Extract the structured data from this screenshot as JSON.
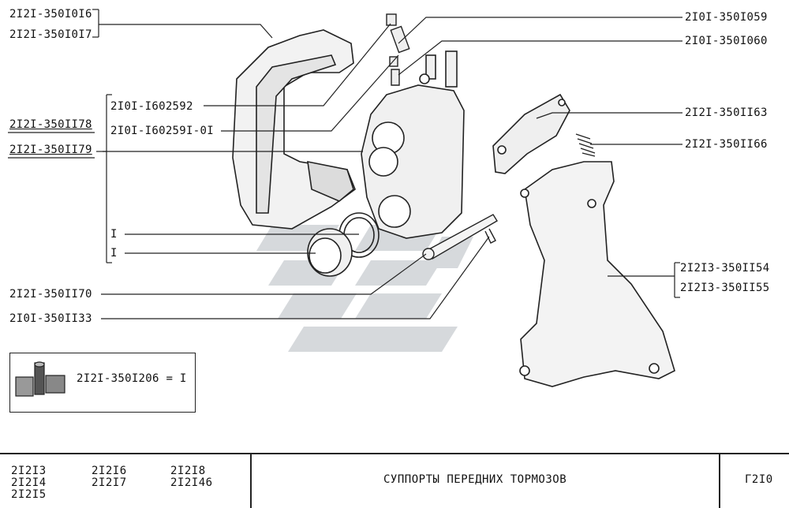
{
  "labels": {
    "left_top_a": "2I2I-350I0I6",
    "left_top_b": "2I2I-350I0I7",
    "left_mid_a": "2I2I-350II78",
    "left_mid_b": "2I2I-350II79",
    "inner_a": "2I0I-I602592",
    "inner_b": "2I0I-I60259I-0I",
    "inner_c": "I",
    "inner_d": "I",
    "left_lower_a": "2I2I-350II70",
    "left_lower_b": "2I0I-350II33",
    "right_a": "2I0I-350I059",
    "right_b": "2I0I-350I060",
    "right_c": "2I2I-350II63",
    "right_d": "2I2I-350II66",
    "right_e": "2I2I3-350II54",
    "right_f": "2I2I3-350II55"
  },
  "kit": {
    "text": "2I2I-350I206 = I"
  },
  "footer": {
    "models": [
      "2I2I3",
      "2I2I4",
      "2I2I5",
      "2I2I6",
      "2I2I7",
      "2I2I8",
      "2I2I46"
    ],
    "title": "СУППОРТЫ  ПЕРЕДНИХ  ТОРМОЗОВ",
    "code": "Г2I0"
  }
}
